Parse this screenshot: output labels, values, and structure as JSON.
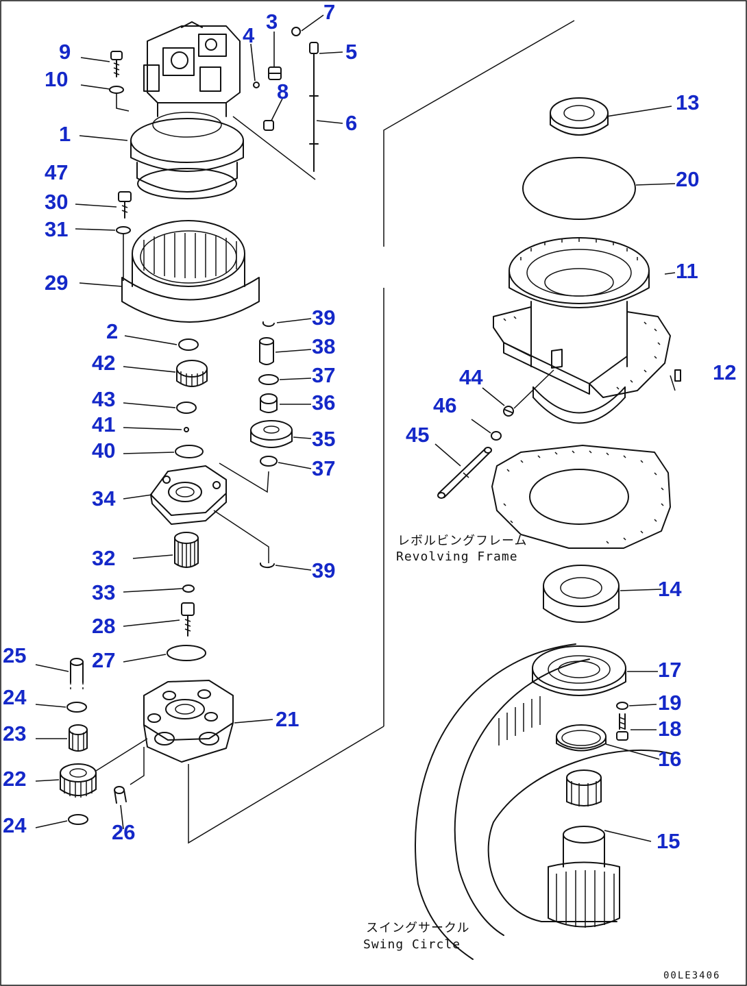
{
  "diagram": {
    "captions": {
      "revolving_frame_jp": "レボルビングフレーム",
      "revolving_frame_en": "Revolving Frame",
      "swing_circle_jp": "スイングサークル",
      "swing_circle_en": "Swing Circle"
    },
    "drawing_code": "00LE3406",
    "callouts": [
      {
        "id": "c1",
        "label": "1"
      },
      {
        "id": "c2",
        "label": "2"
      },
      {
        "id": "c3",
        "label": "3"
      },
      {
        "id": "c4",
        "label": "4"
      },
      {
        "id": "c5",
        "label": "5"
      },
      {
        "id": "c6",
        "label": "6"
      },
      {
        "id": "c7",
        "label": "7"
      },
      {
        "id": "c8",
        "label": "8"
      },
      {
        "id": "c9",
        "label": "9"
      },
      {
        "id": "c10",
        "label": "10"
      },
      {
        "id": "c11",
        "label": "11"
      },
      {
        "id": "c12",
        "label": "12"
      },
      {
        "id": "c13",
        "label": "13"
      },
      {
        "id": "c14",
        "label": "14"
      },
      {
        "id": "c15",
        "label": "15"
      },
      {
        "id": "c16",
        "label": "16"
      },
      {
        "id": "c17",
        "label": "17"
      },
      {
        "id": "c18",
        "label": "18"
      },
      {
        "id": "c19",
        "label": "19"
      },
      {
        "id": "c20",
        "label": "20"
      },
      {
        "id": "c21",
        "label": "21"
      },
      {
        "id": "c22",
        "label": "22"
      },
      {
        "id": "c23",
        "label": "23"
      },
      {
        "id": "c24a",
        "label": "24"
      },
      {
        "id": "c24b",
        "label": "24"
      },
      {
        "id": "c25",
        "label": "25"
      },
      {
        "id": "c26",
        "label": "26"
      },
      {
        "id": "c27",
        "label": "27"
      },
      {
        "id": "c28",
        "label": "28"
      },
      {
        "id": "c29",
        "label": "29"
      },
      {
        "id": "c30",
        "label": "30"
      },
      {
        "id": "c31",
        "label": "31"
      },
      {
        "id": "c32",
        "label": "32"
      },
      {
        "id": "c33",
        "label": "33"
      },
      {
        "id": "c34",
        "label": "34"
      },
      {
        "id": "c35",
        "label": "35"
      },
      {
        "id": "c36",
        "label": "36"
      },
      {
        "id": "c37a",
        "label": "37"
      },
      {
        "id": "c37b",
        "label": "37"
      },
      {
        "id": "c38",
        "label": "38"
      },
      {
        "id": "c39a",
        "label": "39"
      },
      {
        "id": "c39b",
        "label": "39"
      },
      {
        "id": "c40",
        "label": "40"
      },
      {
        "id": "c41",
        "label": "41"
      },
      {
        "id": "c42",
        "label": "42"
      },
      {
        "id": "c43",
        "label": "43"
      },
      {
        "id": "c44",
        "label": "44"
      },
      {
        "id": "c45",
        "label": "45"
      },
      {
        "id": "c46",
        "label": "46"
      },
      {
        "id": "c47",
        "label": "47"
      }
    ]
  }
}
